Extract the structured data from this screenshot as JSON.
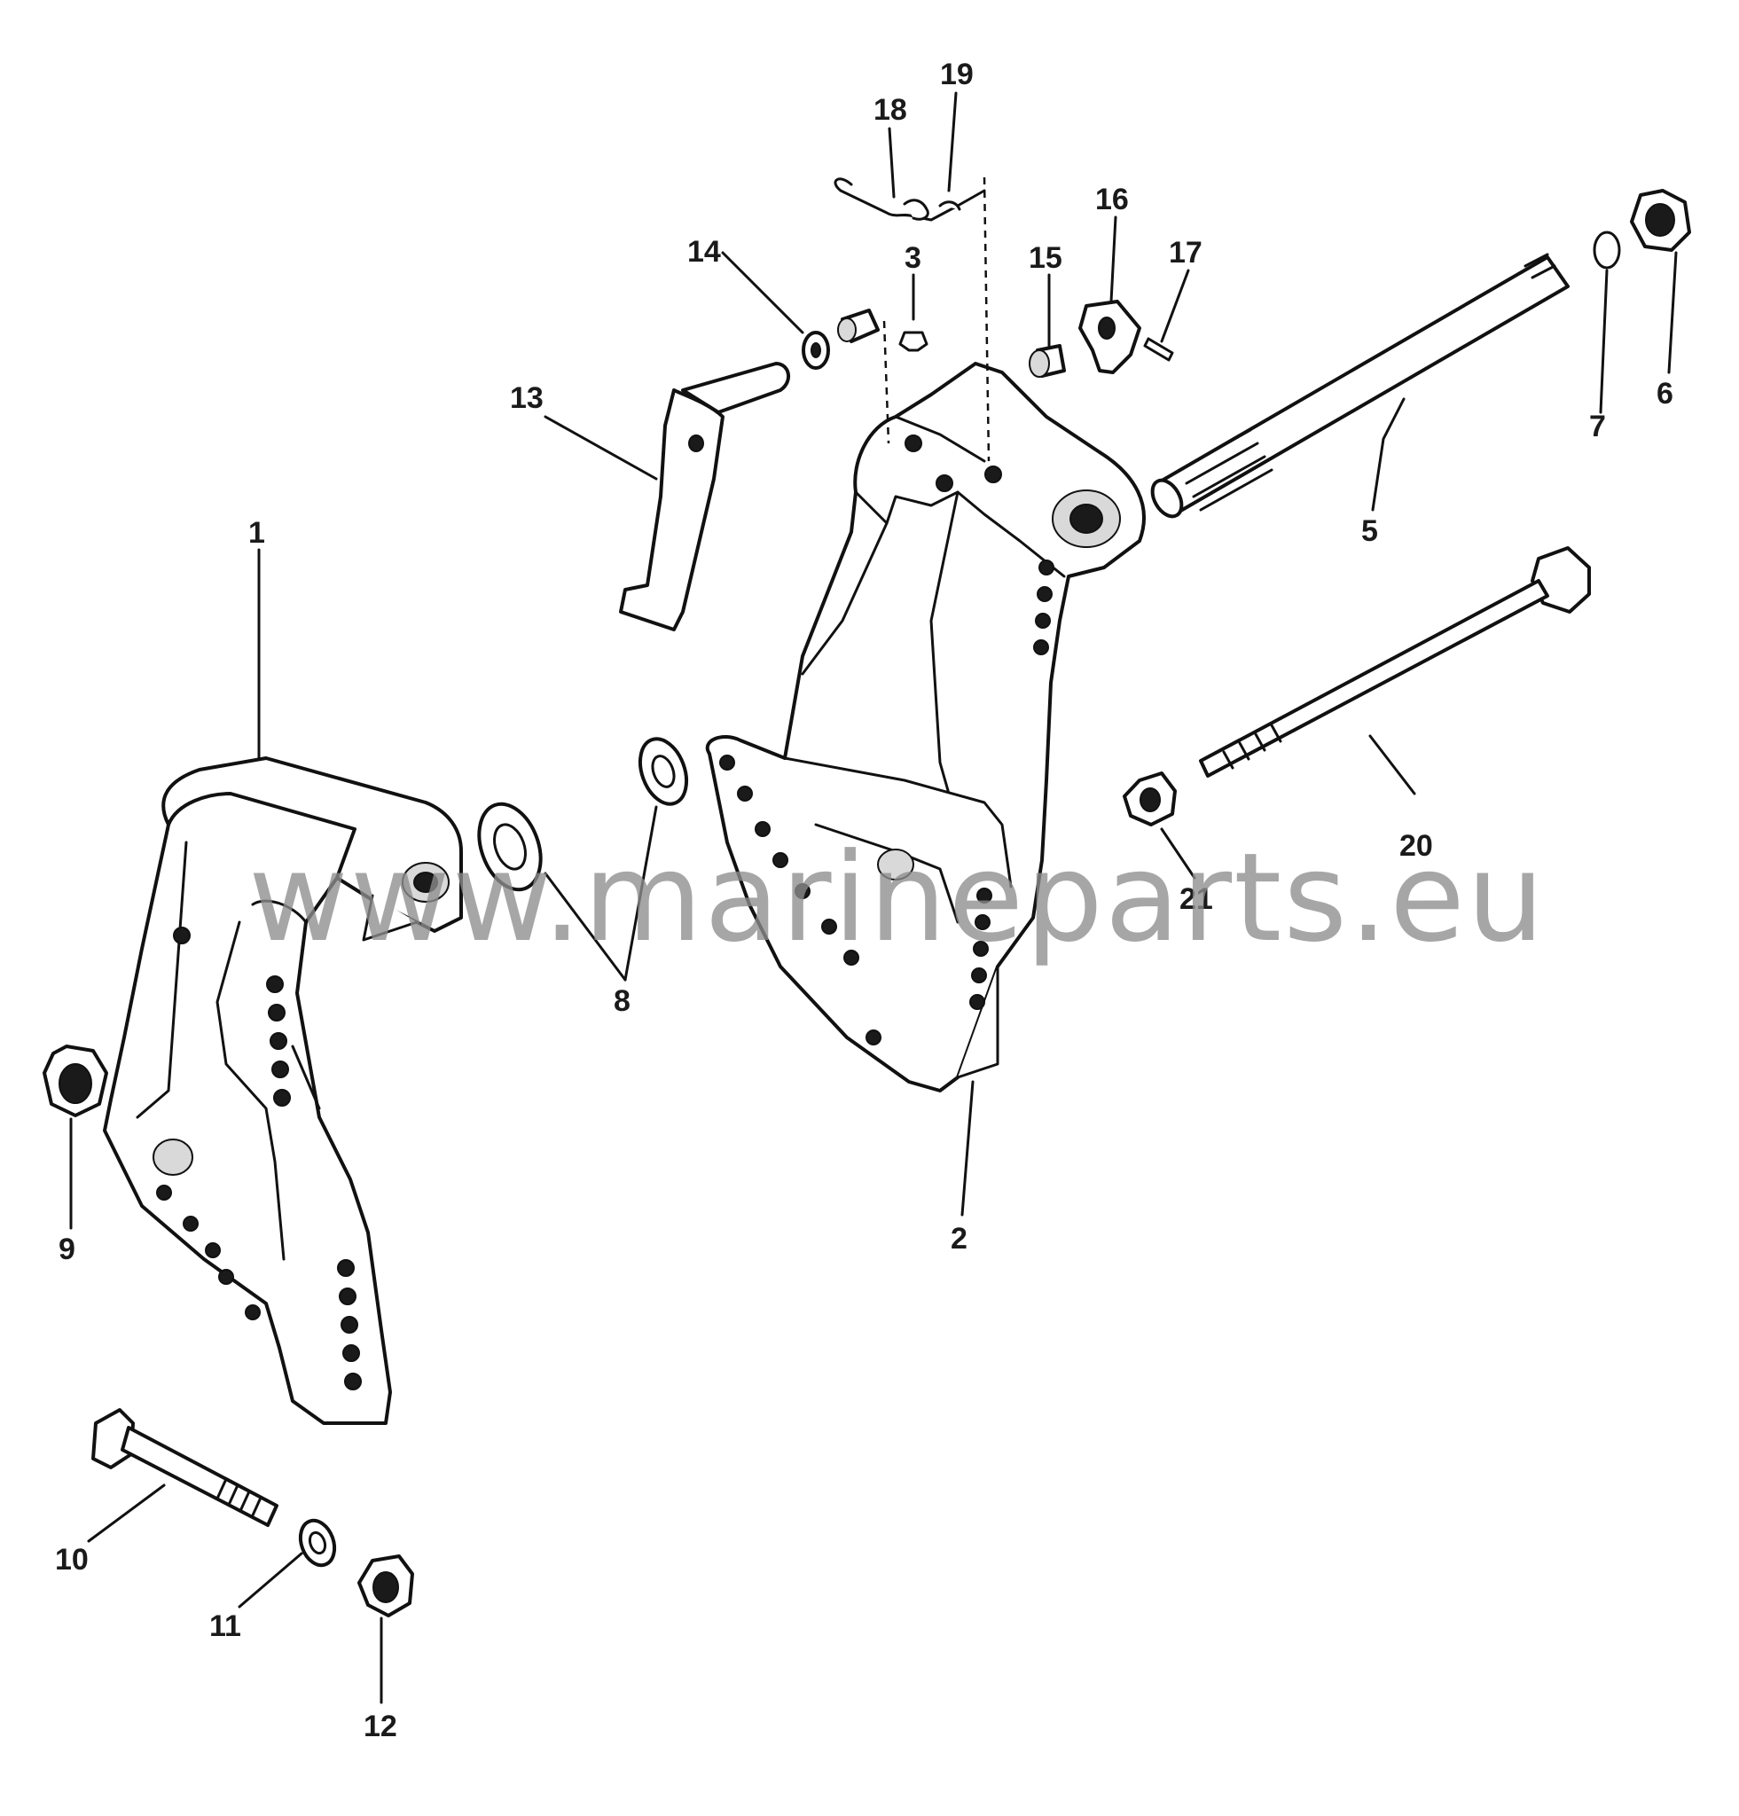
{
  "diagram": {
    "callouts": [
      "1",
      "2",
      "3",
      "5",
      "6",
      "7",
      "8",
      "9",
      "10",
      "11",
      "12",
      "13",
      "14",
      "15",
      "16",
      "17",
      "18",
      "19",
      "20",
      "21"
    ],
    "watermark": "www.marineparts.eu"
  }
}
